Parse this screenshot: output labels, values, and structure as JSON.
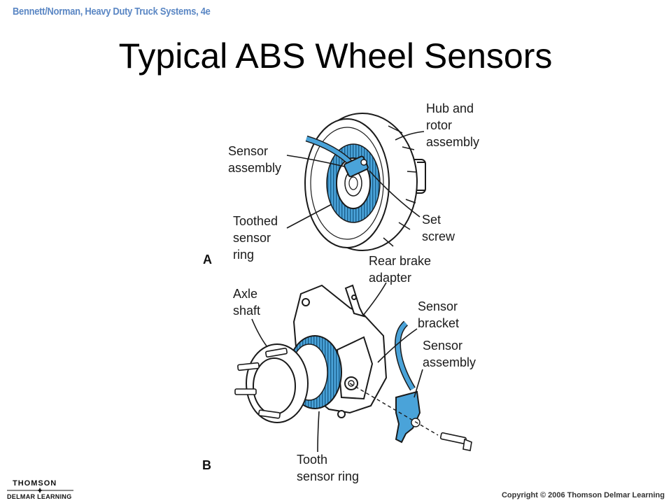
{
  "header": {
    "book_title": "Bennett/Norman, Heavy Duty Truck Systems, 4e"
  },
  "slide": {
    "title": "Typical ABS Wheel Sensors"
  },
  "figure_a": {
    "letter": "A",
    "labels": {
      "hub_rotor": [
        "Hub and",
        "rotor",
        "assembly"
      ],
      "sensor_assembly": [
        "Sensor",
        "assembly"
      ],
      "toothed_ring": [
        "Toothed",
        "sensor",
        "ring"
      ],
      "set_screw": [
        "Set",
        "screw"
      ]
    }
  },
  "figure_b": {
    "letter": "B",
    "labels": {
      "rear_brake_adapter": [
        "Rear brake",
        "adapter"
      ],
      "axle_shaft": [
        "Axle",
        "shaft"
      ],
      "sensor_bracket": [
        "Sensor",
        "bracket"
      ],
      "sensor_assembly": [
        "Sensor",
        "assembly"
      ],
      "tooth_ring": [
        "Tooth",
        "sensor ring"
      ]
    }
  },
  "footer": {
    "logo_top": "THOMSON",
    "logo_bottom": "DELMAR LEARNING",
    "copyright": "Copyright © 2006 Thomson Delmar Learning"
  },
  "colors": {
    "sensor_blue": "#4aa3d9",
    "header_blue": "#5b87c4",
    "line": "#1a1a1a"
  }
}
